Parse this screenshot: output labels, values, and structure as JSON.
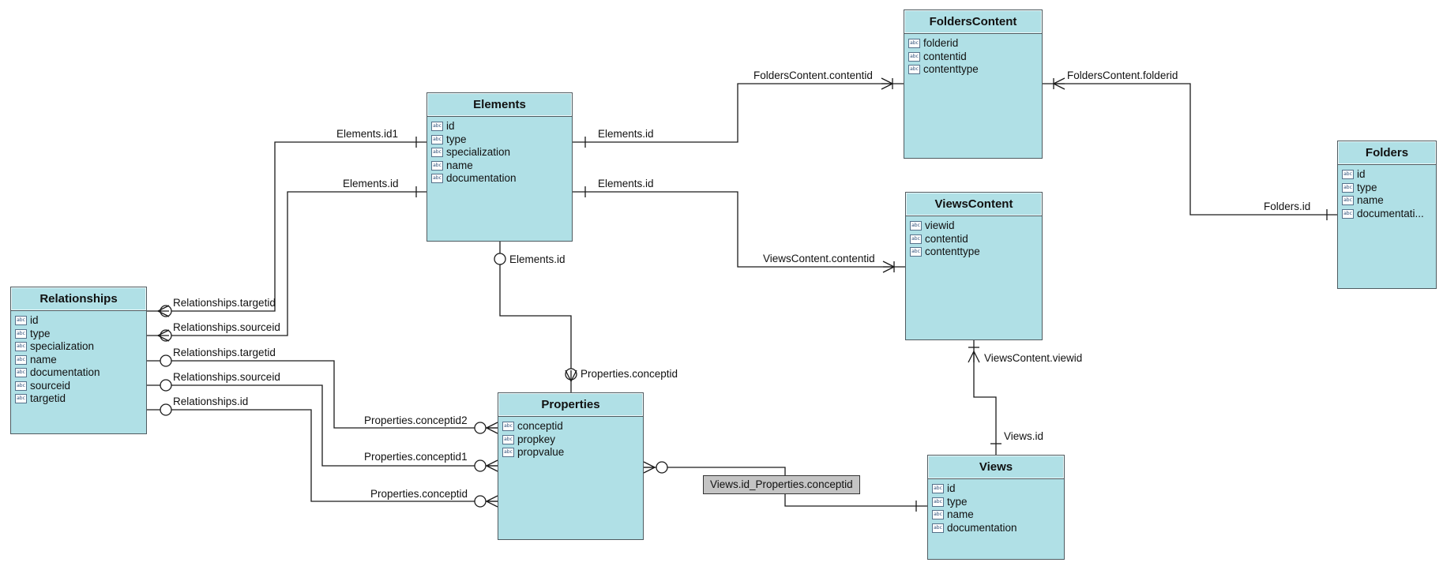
{
  "tables": {
    "folderscontent": {
      "title": "FoldersContent",
      "fields": [
        "folderid",
        "contentid",
        "contenttype"
      ]
    },
    "elements": {
      "title": "Elements",
      "fields": [
        "id",
        "type",
        "specialization",
        "name",
        "documentation"
      ]
    },
    "folders": {
      "title": "Folders",
      "fields": [
        "id",
        "type",
        "name",
        "documentati..."
      ]
    },
    "viewscontent": {
      "title": "ViewsContent",
      "fields": [
        "viewid",
        "contentid",
        "contenttype"
      ]
    },
    "relationships": {
      "title": "Relationships",
      "fields": [
        "id",
        "type",
        "specialization",
        "name",
        "documentation",
        "sourceid",
        "targetid"
      ]
    },
    "properties": {
      "title": "Properties",
      "fields": [
        "conceptid",
        "propkey",
        "propvalue"
      ]
    },
    "views": {
      "title": "Views",
      "fields": [
        "id",
        "type",
        "name",
        "documentation"
      ]
    }
  },
  "links": {
    "folderscontent_contentid": "FoldersContent.contentid",
    "folderscontent_folderid": "FoldersContent.folderid",
    "elements_id1": "Elements.id1",
    "elements_id_left": "Elements.id",
    "elements_id_right_top": "Elements.id",
    "elements_id_right_bottom": "Elements.id",
    "elements_id_bottom": "Elements.id",
    "folders_id": "Folders.id",
    "viewscontent_contentid": "ViewsContent.contentid",
    "viewscontent_viewid": "ViewsContent.viewid",
    "views_id": "Views.id",
    "relationships_targetid_1": "Relationships.targetid",
    "relationships_sourceid_1": "Relationships.sourceid",
    "relationships_targetid_2": "Relationships.targetid",
    "relationships_sourceid_2": "Relationships.sourceid",
    "relationships_id": "Relationships.id",
    "properties_conceptid_top": "Properties.conceptid",
    "properties_conceptid2": "Properties.conceptid2",
    "properties_conceptid1": "Properties.conceptid1",
    "properties_conceptid_left": "Properties.conceptid",
    "views_properties": "Views.id_Properties.conceptid"
  },
  "field_icon_text": "abc",
  "colors": {
    "table_fill": "#b0e0e6",
    "table_border": "#4f5b60",
    "line": "#1a1a1a",
    "selected_label": "#c4c4c4"
  }
}
